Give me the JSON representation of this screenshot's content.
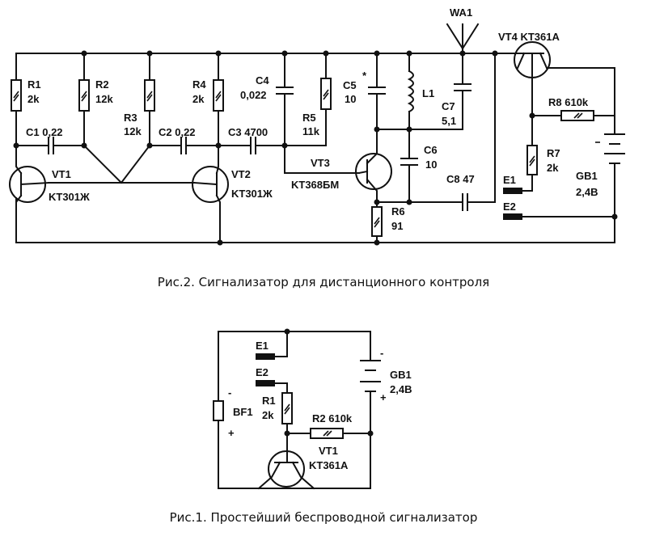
{
  "fig2": {
    "caption": "Рис.2. Сигнализатор для дистанционного контроля",
    "labels": {
      "R1": "R1",
      "R1v": "2k",
      "R2": "R2",
      "R2v": "12k",
      "R3": "R3",
      "R3v": "12k",
      "R4": "R4",
      "R4v": "2k",
      "C4": "C4",
      "C4v": "0,022",
      "R5": "R5",
      "R5v": "11k",
      "C5": "C5",
      "C5star": "*",
      "C5v": "10",
      "L1": "L1",
      "WA1": "WA1",
      "C7": "C7",
      "C7v": "5,1",
      "VT4": "VT4 KT361A",
      "R8": "R8 610k",
      "C1": "C1 0,22",
      "C2": "C2 0,22",
      "C3": "C3 4700",
      "VT1": "VT1",
      "VT1t": "KT301Ж",
      "VT2": "VT2",
      "VT2t": "KT301Ж",
      "VT3": "VT3",
      "VT3t": "KT368БМ",
      "C6": "C6",
      "C6v": "10",
      "C8": "C8 47",
      "R6": "R6",
      "R6v": "91",
      "R7": "R7",
      "R7v": "2k",
      "E1": "E1",
      "E2": "E2",
      "GB1": "GB1",
      "GB1v": "2,4В"
    }
  },
  "fig1": {
    "caption": "Рис.1. Простейший беспроводной сигнализатор",
    "labels": {
      "E1": "E1",
      "E2": "E2",
      "GB1": "GB1",
      "GB1v": "2,4В",
      "minus": "-",
      "plus": "+",
      "BF1": "BF1",
      "R1": "R1",
      "R1v": "2k",
      "R2": "R2 610k",
      "VT1": "VT1",
      "VT1t": "KT361A",
      "bfminus": "-",
      "bfplus": "+"
    }
  }
}
